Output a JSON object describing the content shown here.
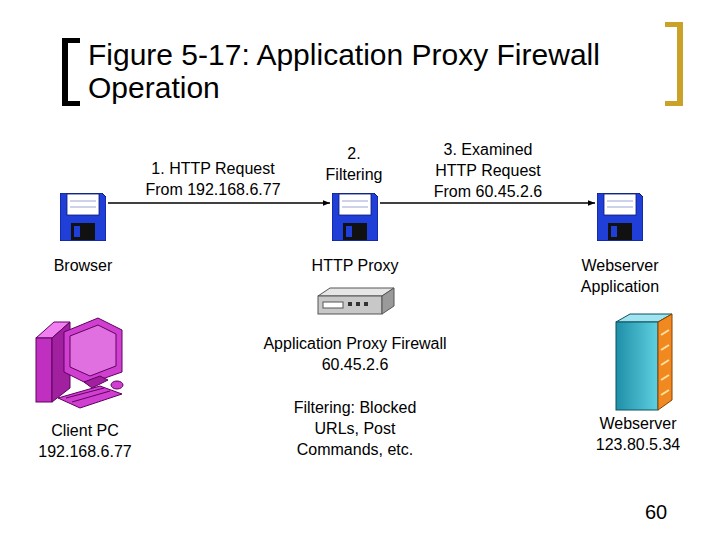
{
  "diagram": {
    "title": "Figure 5-17: Application Proxy Firewall Operation",
    "nodes": [
      {
        "text": [
          "Browser"
        ]
      },
      {
        "text": [
          "HTTP Proxy"
        ]
      },
      {
        "text": [
          "Webserver Application"
        ]
      }
    ],
    "edges": [
      {
        "from": 0,
        "to": 1,
        "arrow": "to",
        "label": "1. HTTP Request From 192.168.6.77"
      },
      {
        "from": 1,
        "to": 2,
        "arrow": "to",
        "label": "3. Examined HTTP Request From 60.45.2.6"
      }
    ],
    "labels": [
      "2. Filtering",
      "Application Proxy Firewall 60.45.2.6",
      "Client PC 192.168.6.77",
      "Filtering: Blocked URLs, Post Commands, etc.",
      "Webserver 123.80.5.34",
      "60"
    ]
  }
}
